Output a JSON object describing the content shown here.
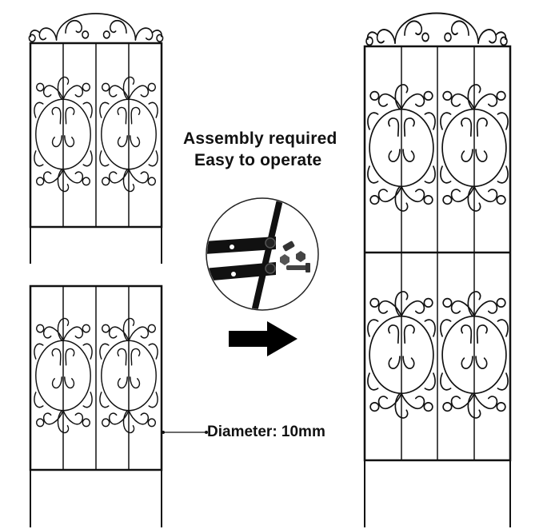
{
  "headline": {
    "line1": "Assembly required",
    "line2": "Easy to operate"
  },
  "diameter_label": "Diameter: 10mm",
  "icons": {
    "arrow": "right-arrow-icon",
    "detail": "bolt-assembly-detail"
  },
  "colors": {
    "metal": "#111111",
    "background": "#ffffff"
  }
}
